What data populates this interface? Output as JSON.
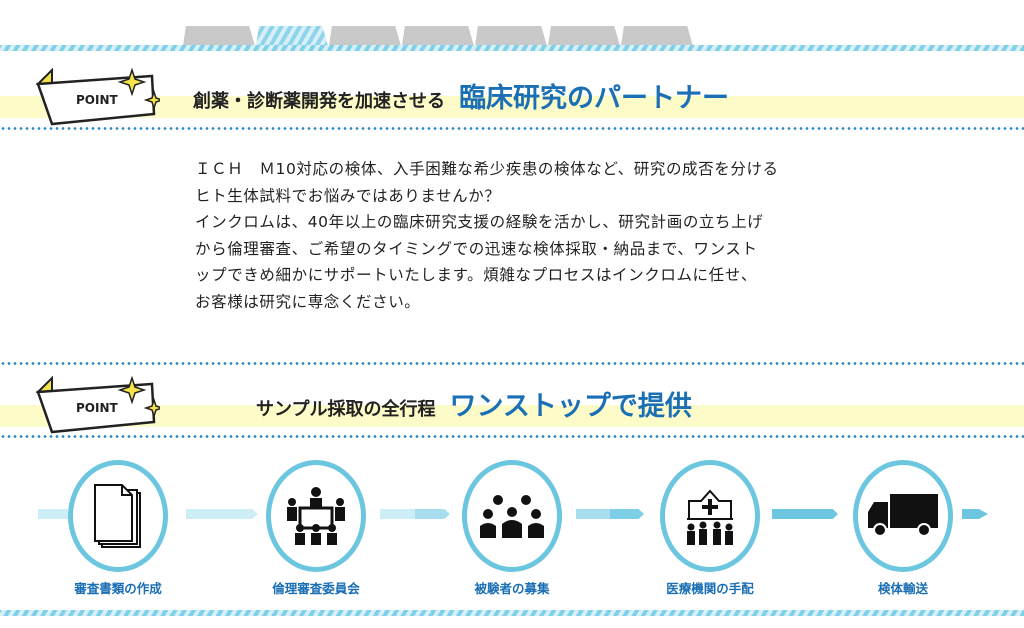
{
  "nav": {
    "tab_count": 7,
    "active_tab": 2
  },
  "section1": {
    "badge": "POINT",
    "subtitle": "創薬・診断薬開発を加速させる",
    "title": "臨床研究のパートナー",
    "paragraph_lines": [
      "ＩＣＨ　Ｍ10対応の検体、入手困難な希少疾患の検体など、研究の成否を分ける",
      "ヒト生体試料でお悩みではありませんか？",
      "インクロムは、40年以上の臨床研究支援の経験を活かし、研究計画の立ち上げ",
      "から倫理審査、ご希望のタイミングでの迅速な検体採取・納品まで、ワンスト",
      "ップできめ細かにサポートいたします。煩雑なプロセスはインクロムに任せ、",
      "お客様は研究に専念ください。"
    ]
  },
  "section2": {
    "badge": "POINT",
    "subtitle": "サンプル採取の全行程",
    "title": "ワンストップで提供",
    "steps": [
      {
        "label": "審査書類の作成",
        "icon": "documents-icon"
      },
      {
        "label": "倫理審査委員会",
        "icon": "committee-icon"
      },
      {
        "label": "被験者の募集",
        "icon": "people-group-icon"
      },
      {
        "label": "医療機関の手配",
        "icon": "hospital-icon"
      },
      {
        "label": "検体輸送",
        "icon": "truck-icon"
      }
    ]
  },
  "colors": {
    "accent": "#1a6fb5",
    "circle": "#6cc6df",
    "band": "#fdfbc8"
  }
}
